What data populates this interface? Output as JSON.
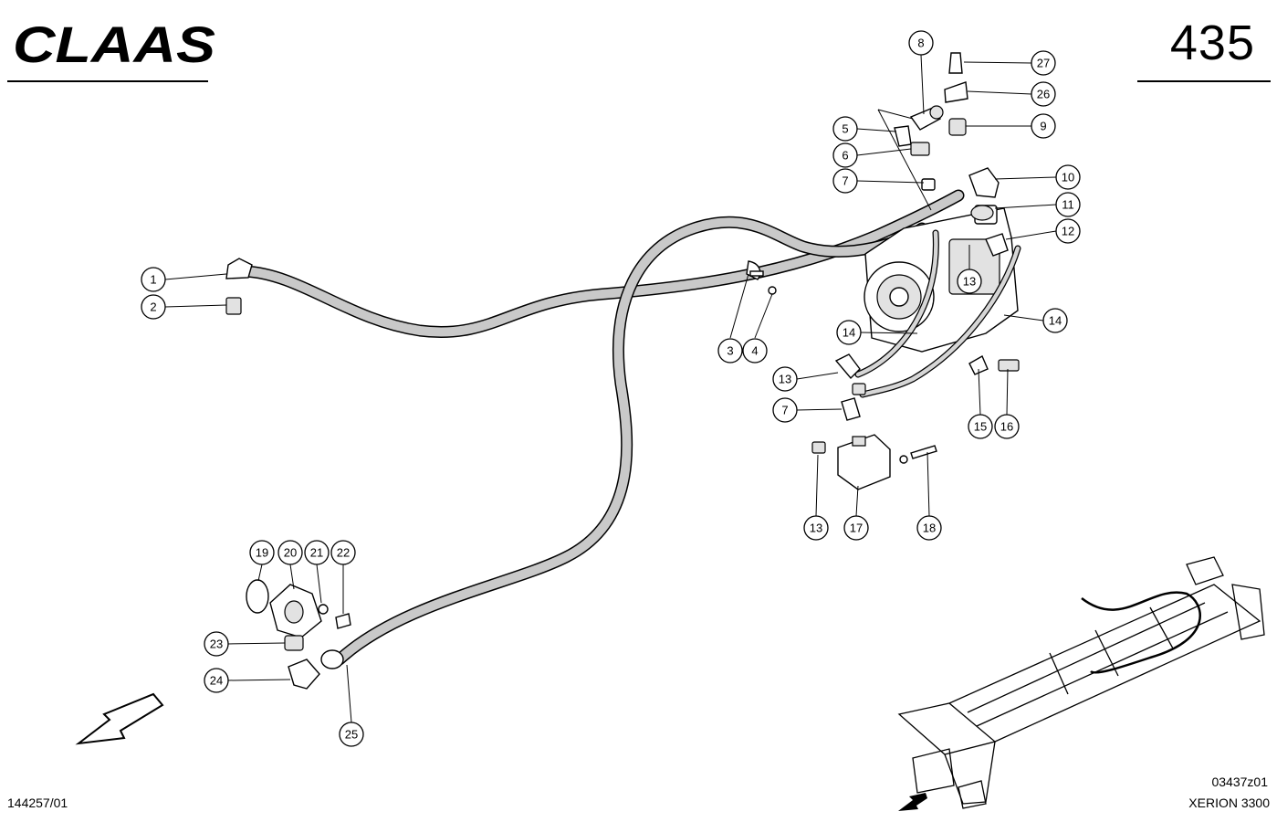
{
  "header": {
    "brand": "CLAAS",
    "page_number": "435"
  },
  "footer": {
    "left_code": "144257/01",
    "drawing_code": "03437z01",
    "model": "XERION 3300"
  },
  "callouts": [
    "1",
    "2",
    "3",
    "4",
    "5",
    "6",
    "7",
    "7",
    "8",
    "9",
    "10",
    "11",
    "12",
    "13",
    "13",
    "13",
    "14",
    "14",
    "15",
    "16",
    "17",
    "18",
    "19",
    "20",
    "21",
    "22",
    "23",
    "24",
    "25",
    "26",
    "27"
  ]
}
